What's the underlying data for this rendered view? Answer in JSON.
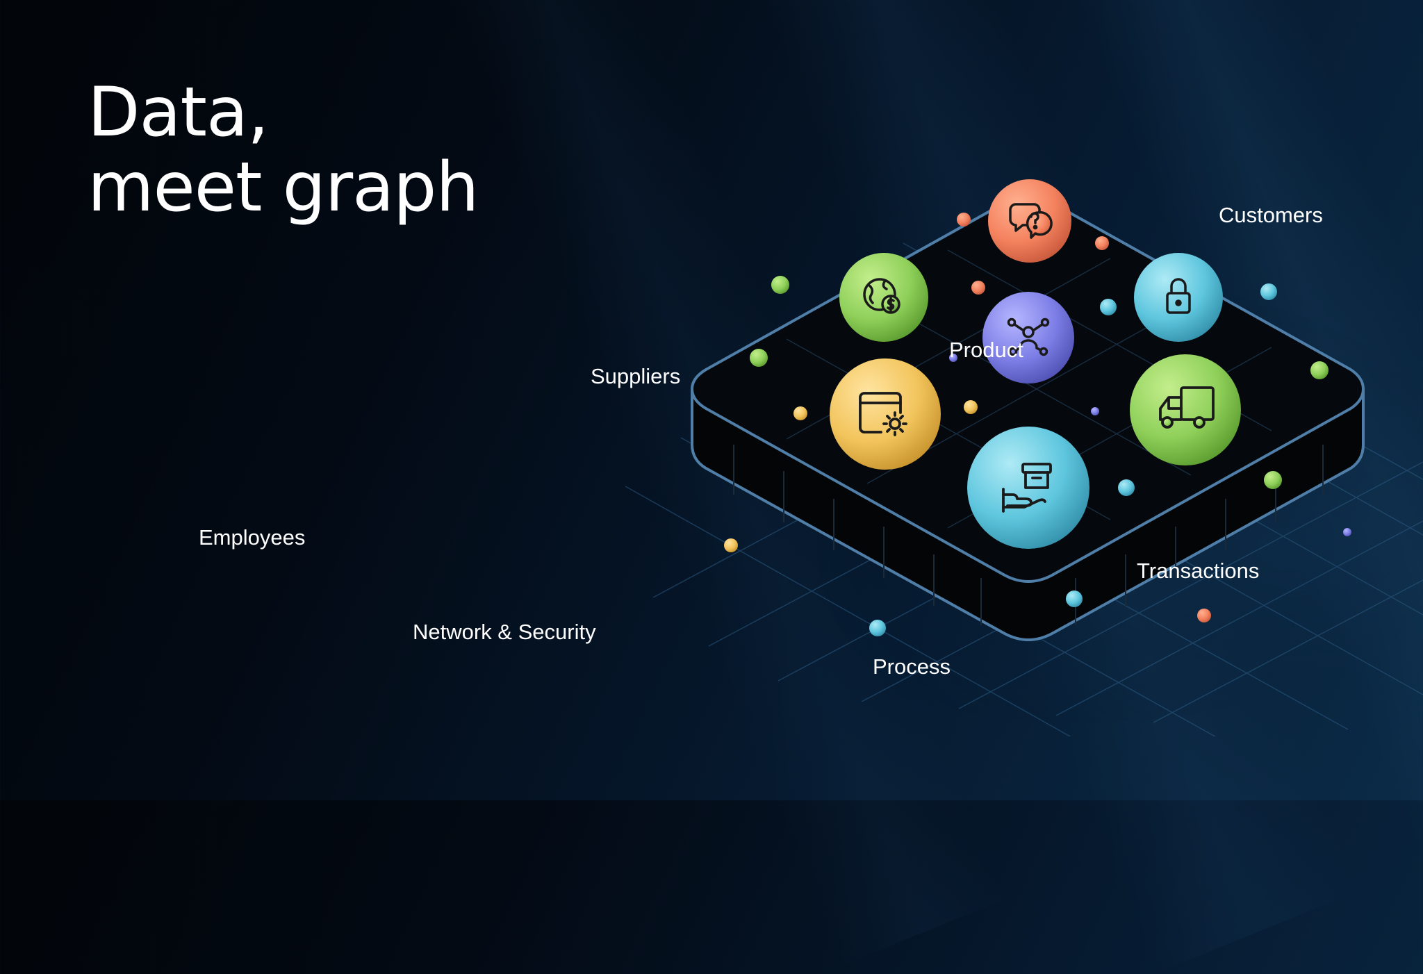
{
  "headline": {
    "line1": "Data,",
    "line2": "meet graph"
  },
  "labels": {
    "customers": "Customers",
    "product": "Product",
    "suppliers": "Suppliers",
    "employees": "Employees",
    "network_security": "Network & Security",
    "process": "Process",
    "transactions": "Transactions"
  },
  "nodes": [
    {
      "name": "support-chat-node",
      "icon": "chat-question-icon",
      "color": "#f4825f"
    },
    {
      "name": "finance-node",
      "icon": "globe-dollar-icon",
      "color": "#8fd05a"
    },
    {
      "name": "security-node",
      "icon": "lock-icon",
      "color": "#5ec6de"
    },
    {
      "name": "product-node",
      "icon": "network-person-icon",
      "color": "#7d7ee6"
    },
    {
      "name": "settings-node",
      "icon": "window-gear-icon",
      "color": "#f2c45c"
    },
    {
      "name": "shipping-node",
      "icon": "truck-icon",
      "color": "#8cd05a"
    },
    {
      "name": "delivery-node",
      "icon": "hand-box-icon",
      "color": "#5ec4dc"
    }
  ],
  "colors": {
    "background_dark": "#020509",
    "background_light": "#0b2b47",
    "platform_edge": "#4f7fa8",
    "text": "#ffffff"
  }
}
